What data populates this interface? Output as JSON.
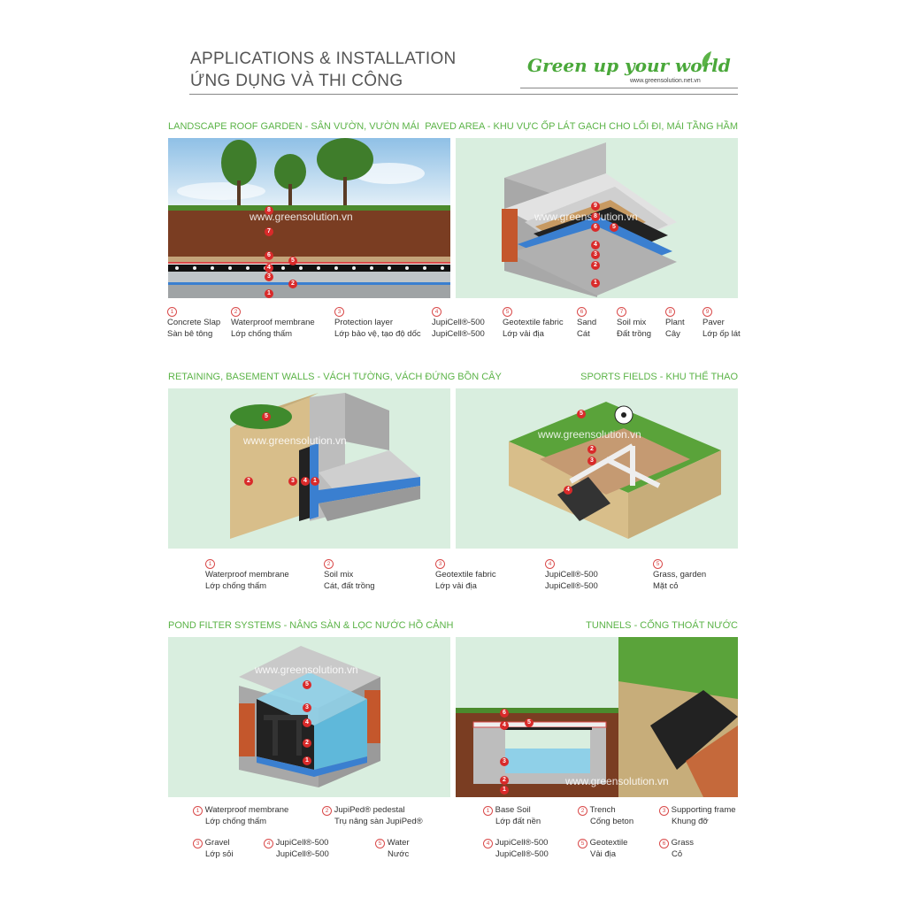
{
  "header": {
    "title_en": "APPLICATIONS & INSTALLATION",
    "title_vi": "ỨNG DỤNG VÀ THI CÔNG",
    "brand": "Green up your world",
    "brand_url": "www.greensolution.net.vn"
  },
  "watermark": "www.greensolution.vn",
  "sections": {
    "roof": {
      "title": "LANDSCAPE ROOF GARDEN - SÂN VƯỜN, VƯỜN MÁI",
      "items": [
        {
          "n": "1",
          "en": "Concrete Slap",
          "vi": "Sàn bê tông"
        },
        {
          "n": "2",
          "en": "Waterproof membrane",
          "vi": "Lớp chống thấm"
        },
        {
          "n": "3",
          "en": "Protection layer",
          "vi": "Lớp bảo vệ, tạo độ dốc"
        },
        {
          "n": "4",
          "en": "JupiCell®-500",
          "vi": "JupiCell®-500"
        },
        {
          "n": "5",
          "en": "Geotextile fabric",
          "vi": "Lớp vải địa"
        },
        {
          "n": "6",
          "en": "Sand",
          "vi": "Cát"
        },
        {
          "n": "7",
          "en": "Soil mix",
          "vi": "Đất trồng"
        },
        {
          "n": "8",
          "en": "Plant",
          "vi": "Cây"
        },
        {
          "n": "9",
          "en": "Paver",
          "vi": "Lớp ốp lát"
        }
      ]
    },
    "paved": {
      "title": "PAVED AREA - KHU VỰC ỐP LÁT GẠCH CHO LỐI ĐI, MÁI TẦNG HẦM"
    },
    "retaining": {
      "title": "RETAINING, BASEMENT WALLS - VÁCH TƯỜNG, VÁCH ĐỨNG BỒN CÂY"
    },
    "sports": {
      "title": "SPORTS FIELDS - KHU THỂ THAO",
      "items": [
        {
          "n": "1",
          "en": "Waterproof membrane",
          "vi": "Lớp chống thấm"
        },
        {
          "n": "2",
          "en": "Soil mix",
          "vi": "Cát, đất trồng"
        },
        {
          "n": "3",
          "en": "Geotextile fabric",
          "vi": "Lớp vải địa"
        },
        {
          "n": "4",
          "en": "JupiCell®-500",
          "vi": "JupiCell®-500"
        },
        {
          "n": "5",
          "en": "Grass, garden",
          "vi": "Mặt cỏ"
        }
      ]
    },
    "pond": {
      "title": "POND FILTER SYSTEMS - NÂNG SÀN & LỌC NƯỚC HỒ CẢNH",
      "items": [
        {
          "n": "1",
          "en": "Waterproof membrane",
          "vi": "Lớp chống thấm"
        },
        {
          "n": "2",
          "en": "JupiPed® pedestal",
          "vi": "Trụ nâng sàn JupiPed®"
        },
        {
          "n": "3",
          "en": "Gravel",
          "vi": "Lớp sỏi"
        },
        {
          "n": "4",
          "en": "JupiCell®-500",
          "vi": "JupiCell®-500"
        },
        {
          "n": "5",
          "en": "Water",
          "vi": "Nước"
        }
      ]
    },
    "tunnels": {
      "title": "TUNNELS - CỐNG THOÁT NƯỚC",
      "items": [
        {
          "n": "1",
          "en": "Base Soil",
          "vi": "Lớp đất nền"
        },
        {
          "n": "2",
          "en": "Trench",
          "vi": "Cống beton"
        },
        {
          "n": "3",
          "en": "Supporting frame",
          "vi": "Khung đỡ"
        },
        {
          "n": "4",
          "en": "JupiCell®-500",
          "vi": "JupiCell®-500"
        },
        {
          "n": "5",
          "en": "Geotextile",
          "vi": "Vải địa"
        },
        {
          "n": "6",
          "en": "Grass",
          "vi": "Cỏ"
        }
      ]
    }
  },
  "colors": {
    "accent_green": "#5bb347",
    "panel_bg": "#d9eedf",
    "marker_red": "#d92a2a"
  }
}
